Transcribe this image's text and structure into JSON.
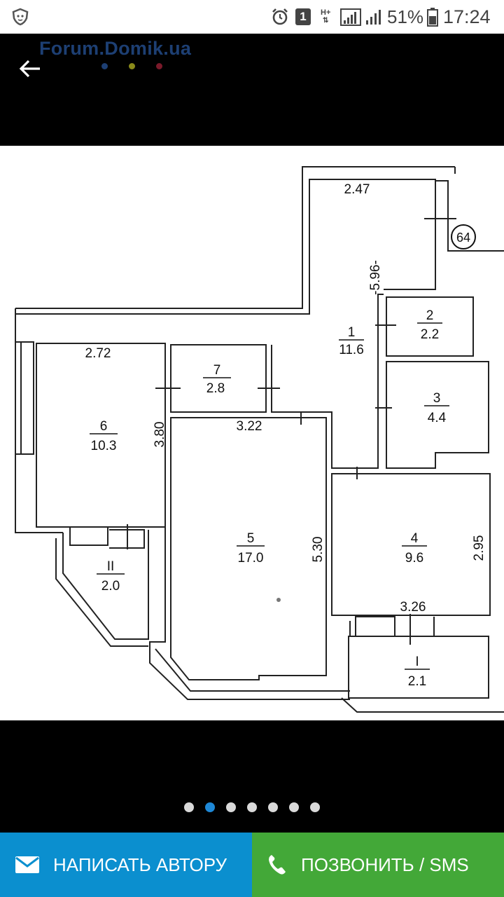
{
  "status_bar": {
    "notification_icon": "shield-cat-icon",
    "alarm_icon": "alarm-icon",
    "sim_badge": "1",
    "network_type": "H+",
    "battery_percent": "51%",
    "time": "17:24"
  },
  "toolbar": {
    "back_icon": "arrow-left-icon",
    "watermark": "Forum.Domik.ua",
    "watermark_dot_colors": [
      "#1d3f73",
      "#8a8a1a",
      "#7a1a2a"
    ]
  },
  "floorplan": {
    "marker": "64",
    "rooms": [
      {
        "id": "1",
        "area": "11.6"
      },
      {
        "id": "2",
        "area": "2.2"
      },
      {
        "id": "3",
        "area": "4.4"
      },
      {
        "id": "4",
        "area": "9.6"
      },
      {
        "id": "5",
        "area": "17.0"
      },
      {
        "id": "6",
        "area": "10.3"
      },
      {
        "id": "7",
        "area": "2.8"
      },
      {
        "id": "I",
        "area": "2.1"
      },
      {
        "id": "II",
        "area": "2.0"
      }
    ],
    "dimensions": [
      "2.47",
      "-5.96-",
      "2.72",
      "3.80",
      "3.22",
      "5.30",
      "2.95",
      "3.26"
    ]
  },
  "pager": {
    "count": 7,
    "active": 1
  },
  "actions": {
    "write_label": "НАПИСАТЬ АВТОРУ",
    "write_icon": "envelope-icon",
    "call_label": "ПОЗВОНИТЬ / SMS",
    "call_icon": "phone-icon"
  },
  "colors": {
    "write_bg": "#0b8fcf",
    "call_bg": "#43a838",
    "pager_active": "#1e88d6"
  }
}
